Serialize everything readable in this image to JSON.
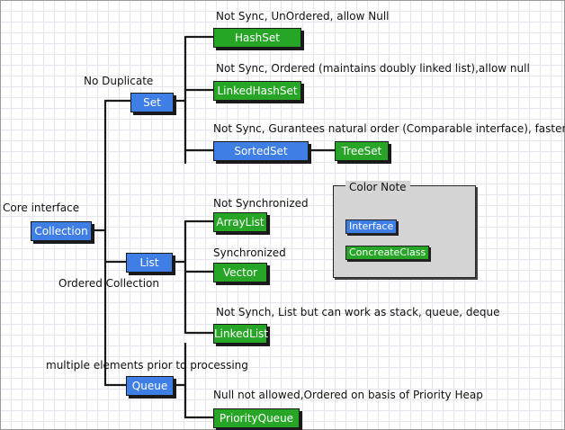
{
  "nodes": {
    "collection": "Collection",
    "set": "Set",
    "list": "List",
    "queue": "Queue",
    "hashset": "HashSet",
    "linkedhashset": "LinkedHashSet",
    "sortedset": "SortedSet",
    "treeset": "TreeSet",
    "arraylist": "ArrayList",
    "vector": "Vector",
    "linkedlist": "LinkedList",
    "priorityqueue": "PriorityQueue"
  },
  "labels": {
    "core_interface": "Core interface",
    "no_duplicate": "No Duplicate",
    "ordered_collection": "Ordered Collection",
    "multiple_elements": "multiple elements prior to processing",
    "hashset_note": "Not Sync, UnOrdered, allow Null",
    "linkedhashset_note": "Not Sync, Ordered (maintains doubly linked list),allow null",
    "sortedset_note": "Not Sync, Gurantees natural order (Comparable interface), faster",
    "arraylist_note": "Not Synchronized",
    "vector_note": "Synchronized",
    "linkedlist_note": "Not Synch, List but can work as stack, queue, deque",
    "priorityqueue_note": "Null not allowed,Ordered on basis of Priority Heap"
  },
  "legend": {
    "title": "Color Note",
    "interface": "Interface",
    "concrete": "ConcreateClass"
  },
  "colors": {
    "interface": "#3f7ee4",
    "concrete_class": "#27a527",
    "legend_bg": "#d4d4d4"
  }
}
